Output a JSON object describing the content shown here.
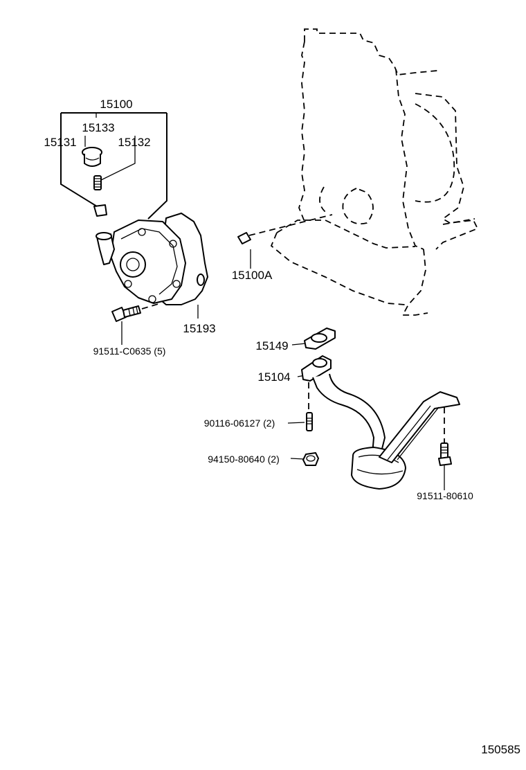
{
  "labels": {
    "oil_pump_assy": "15100",
    "relief_valve_plug": "15133",
    "relief_valve": "15131",
    "relief_spring": "15132",
    "pin": "15100A",
    "pump_gasket": "15193",
    "pump_bolt": "91511-C0635 (5)",
    "strainer_gasket": "15149",
    "oil_strainer": "15104",
    "stud": "90116-06127 (2)",
    "nut": "94150-80640 (2)",
    "strainer_bolt": "91511-80610"
  },
  "diagram_id": "150585"
}
